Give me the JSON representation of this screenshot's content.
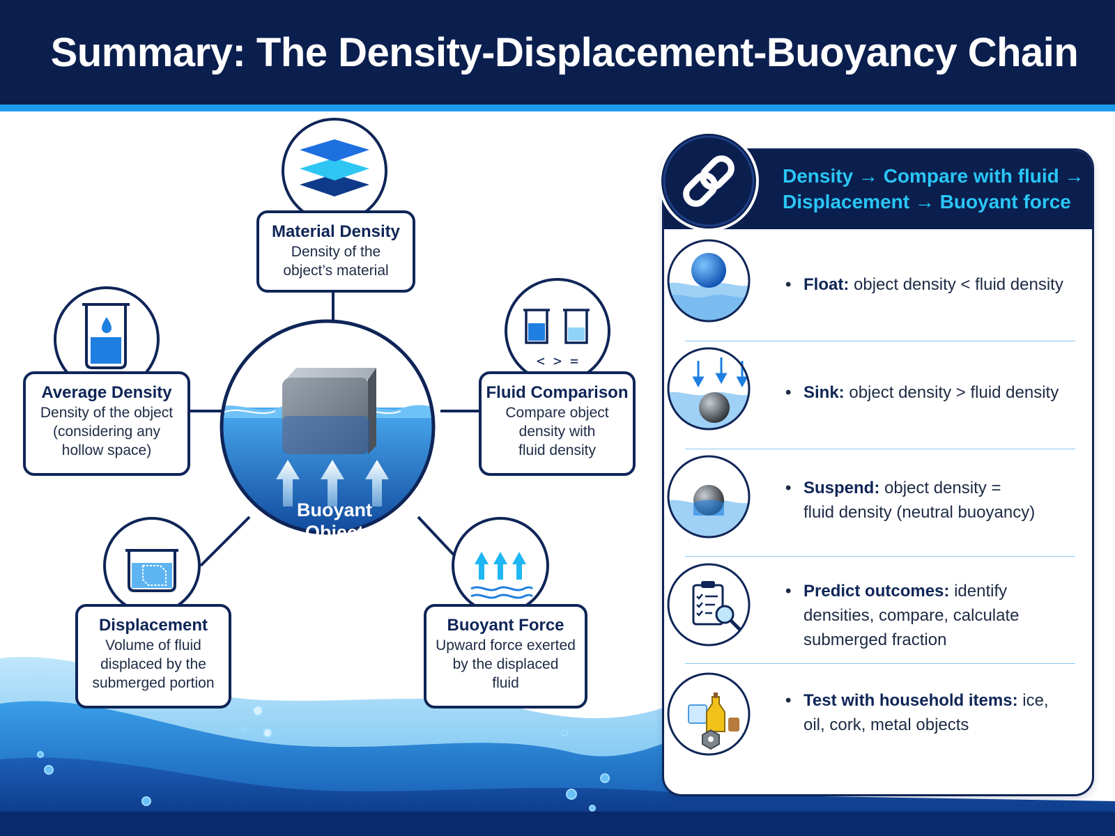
{
  "title": "Summary: The Density-Displacement-Buoyancy Chain",
  "center": {
    "label_line1": "Buoyant",
    "label_line2": "Object"
  },
  "nodes": {
    "material_density": {
      "title": "Material Density",
      "desc_line1": "Density of the",
      "desc_line2": "object’s material",
      "icon": "stacked-layers-icon"
    },
    "average_density": {
      "title": "Average Density",
      "desc_line1": "Density of the object",
      "desc_line2": "(considering any",
      "desc_line3": "hollow space)",
      "icon": "beaker-drop-icon"
    },
    "fluid_comparison": {
      "title": "Fluid Comparison",
      "desc_line1": "Compare object",
      "desc_line2": "density with",
      "desc_line3": "fluid density",
      "icon": "two-beakers-icon",
      "symbols": "< > ="
    },
    "displacement": {
      "title": "Displacement",
      "desc_line1": "Volume of fluid",
      "desc_line2": "displaced by the",
      "desc_line3": "submerged portion",
      "icon": "displaced-volume-beaker-icon"
    },
    "buoyant_force": {
      "title": "Buoyant Force",
      "desc_line1": "Upward force exerted",
      "desc_line2": "by the displaced",
      "desc_line3": "fluid",
      "icon": "upward-arrows-waves-icon"
    }
  },
  "panel": {
    "chain_line1": "Density → Compare with fluid →",
    "chain_line2": "Displacement → Buoyant force",
    "icon": "chain-link-icon",
    "items": [
      {
        "label": "Float:",
        "text_line1": "object density < fluid density",
        "text_line2": "",
        "text_line3": "",
        "icon": "floating-ball-icon"
      },
      {
        "label": "Sink:",
        "text_line1": "object density > fluid density",
        "text_line2": "",
        "text_line3": "",
        "icon": "sinking-ball-icon"
      },
      {
        "label": "Suspend:",
        "text_line1": "object density =",
        "text_line2": "fluid density (neutral buoyancy)",
        "text_line3": "",
        "icon": "suspended-ball-icon"
      },
      {
        "label": "Predict outcomes:",
        "text_line1": "identify",
        "text_line2": "densities, compare, calculate",
        "text_line3": "submerged fraction",
        "icon": "clipboard-magnifier-icon"
      },
      {
        "label": "Test with household items:",
        "text_line1": "ice,",
        "text_line2": "oil, cork, metal objects",
        "text_line3": "",
        "icon": "household-items-icon"
      }
    ]
  },
  "colors": {
    "navy": "#0b1f4f",
    "accent_blue": "#1e9cec",
    "cyan_text": "#29c6f5",
    "water_blue": "#1f7fd6"
  }
}
